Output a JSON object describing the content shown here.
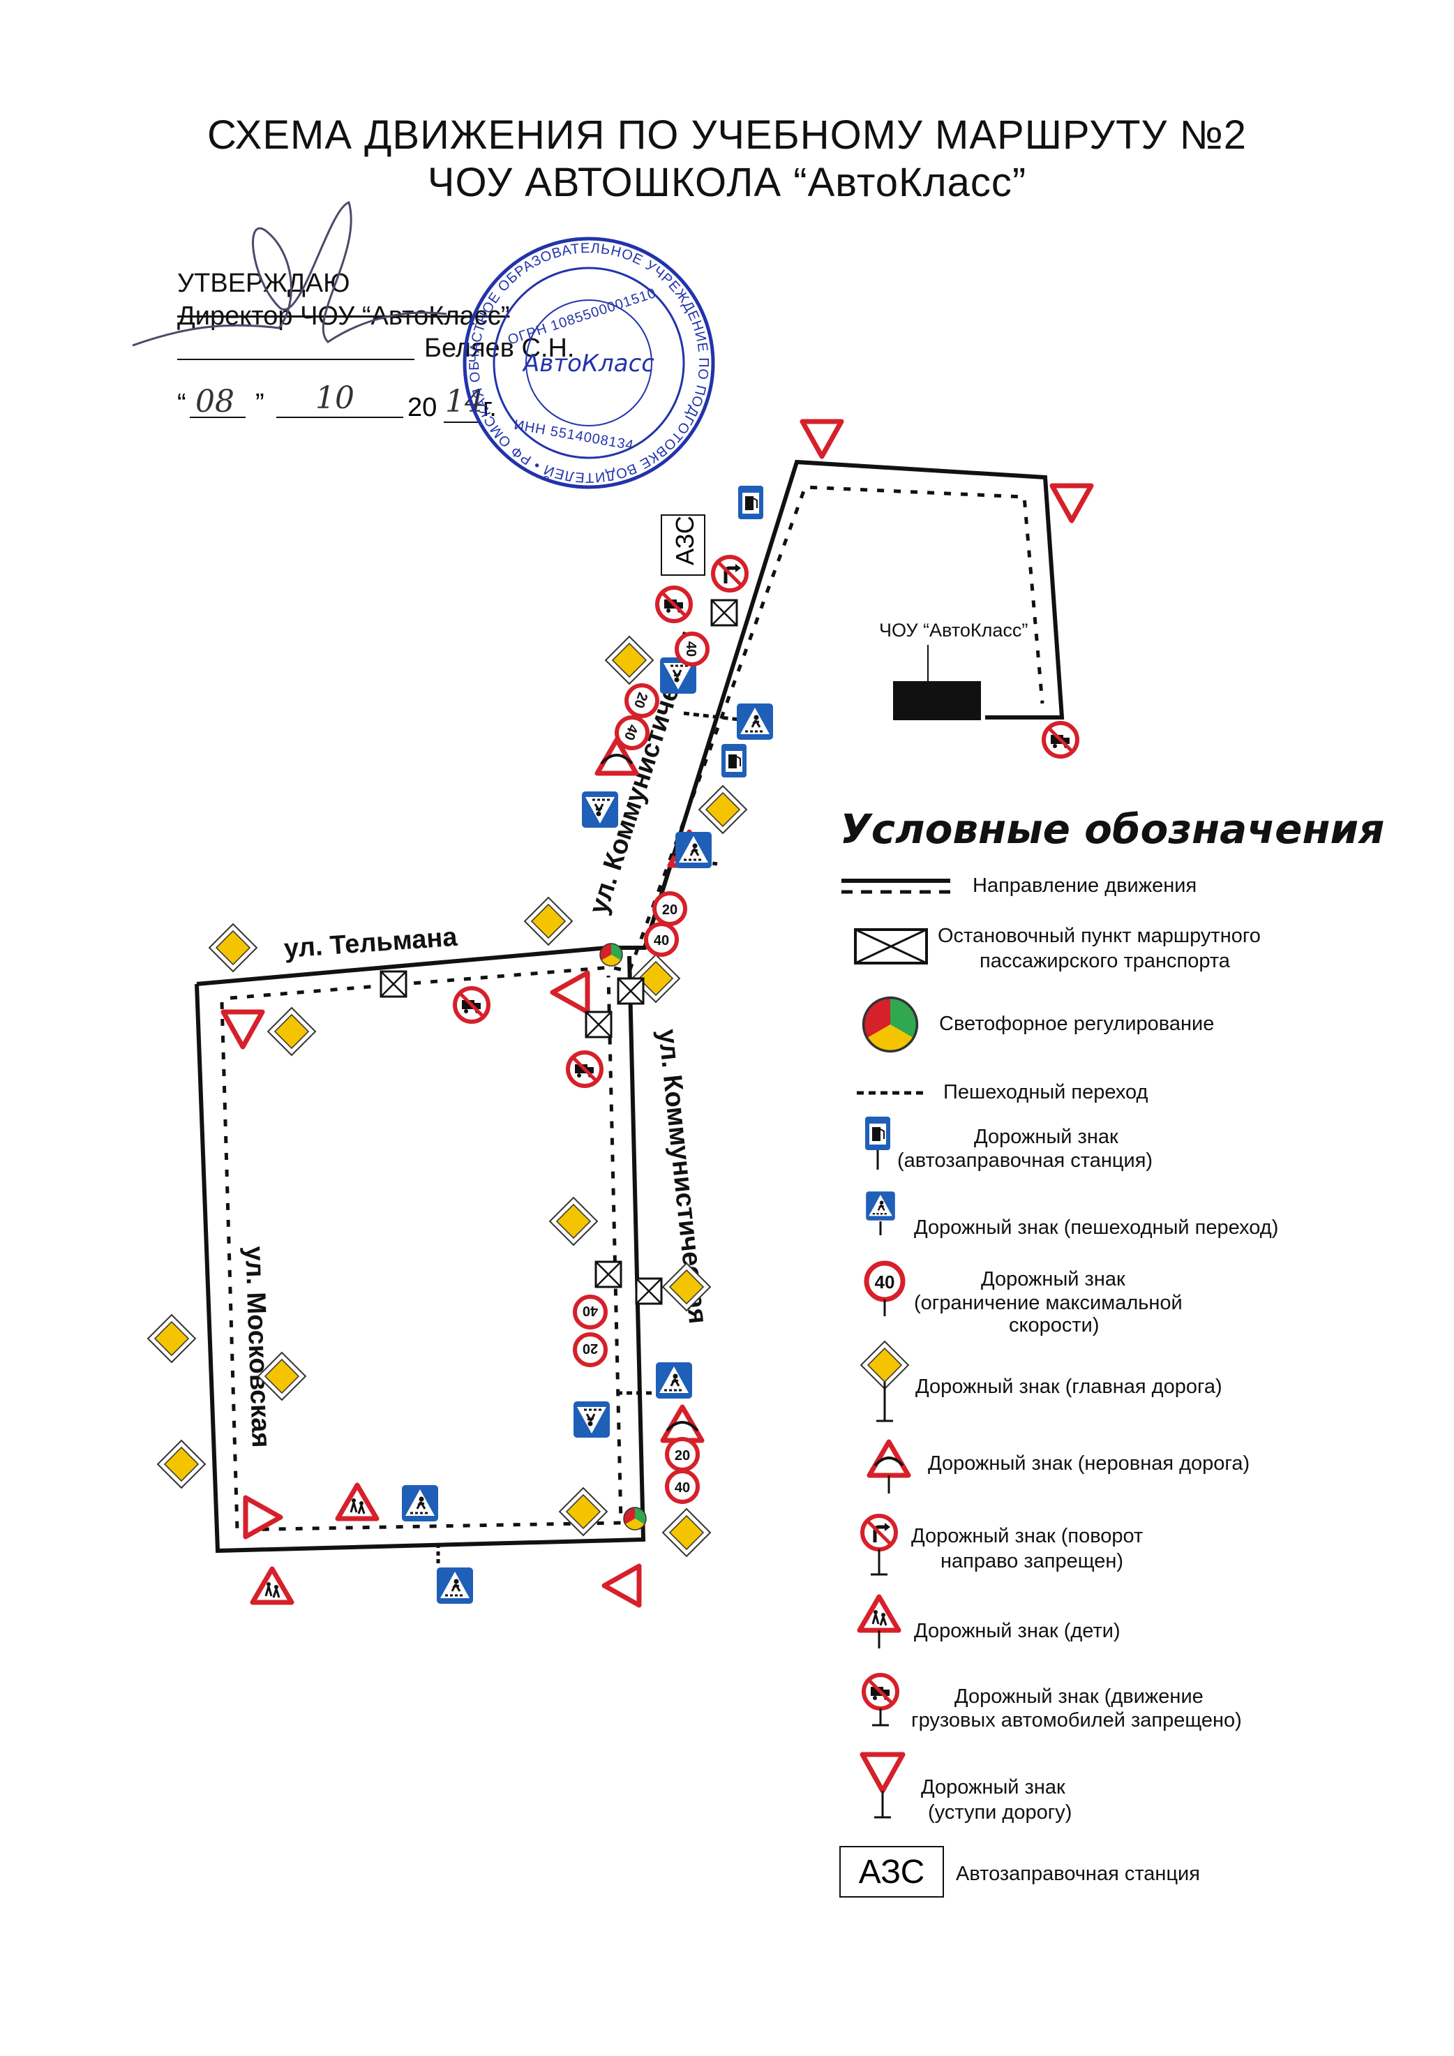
{
  "document": {
    "title_line1": "СХЕМА ДВИЖЕНИЯ ПО УЧЕБНОМУ МАРШРУТУ №2",
    "title_line2": "ЧОУ АВТОШКОЛА “АвтоКласс”"
  },
  "approval": {
    "approve_word": "УТВЕРЖДАЮ",
    "position": "Директор ЧОУ “АвтоКласс”",
    "name": "Беляев С.Н.",
    "quote_open": "“",
    "quote_close": "”",
    "day": "08",
    "month": "10",
    "year_prefix": "20",
    "year_suffix": "14",
    "year_end": "г."
  },
  "stamp": {
    "ring_text": "ЧАСТНОЕ ОБРАЗОВАТЕЛЬНОЕ УЧРЕЖДЕНИЕ ПО ПОДГОТОВКЕ ВОДИТЕЛЕЙ • РФ ОМСКАЯ ОБЛ •",
    "ogrn": "ОГРН 1085500001510",
    "inn": "ИНН 5514008134",
    "center": "АвтоКласс"
  },
  "map": {
    "streets": {
      "telmana": "ул. Тельмана",
      "kommunisticheskaya_north": "ул. Коммунистическая",
      "kommunisticheskaya_south": "ул. Коммунистическая",
      "moskovskaya": "ул. Московская"
    },
    "places": {
      "school": "ЧОУ “АвтоКласс”",
      "gas_station": "АЗС"
    },
    "speed_values": {
      "s40": "40",
      "s20": "20"
    },
    "colors": {
      "route": "#111111",
      "sign_red": "#d6202a",
      "sign_blue": "#1f5fb8",
      "main_road_yellow": "#f5c400",
      "signal_green": "#2fa84f"
    }
  },
  "legend": {
    "heading": "Условные обозначения",
    "items": [
      {
        "icon": "route-line-icon",
        "text1": "Направление движения",
        "text2": ""
      },
      {
        "icon": "bus-stop-icon",
        "text1": "Остановочный пункт маршрутного",
        "text2": "пассажирского транспорта"
      },
      {
        "icon": "traffic-light-icon",
        "text1": "Светофорное регулирование",
        "text2": ""
      },
      {
        "icon": "crosswalk-line-icon",
        "text1": "Пешеходный переход",
        "text2": ""
      },
      {
        "icon": "fuel-sign-icon",
        "text1": "Дорожный знак",
        "text2": "(автозаправочная станция)"
      },
      {
        "icon": "pedestrian-sign-icon",
        "text1": "Дорожный знак (пешеходный переход)",
        "text2": ""
      },
      {
        "icon": "speed-limit-icon",
        "text1": "Дорожный знак",
        "text2": "(ограничение максимальной",
        "text3": "скорости)",
        "value": "40"
      },
      {
        "icon": "main-road-icon",
        "text1": "Дорожный знак (главная дорога)",
        "text2": ""
      },
      {
        "icon": "uneven-road-icon",
        "text1": "Дорожный знак (неровная дорога)",
        "text2": ""
      },
      {
        "icon": "no-right-turn-icon",
        "text1": "Дорожный знак (поворот",
        "text2": "направо запрещен)"
      },
      {
        "icon": "children-sign-icon",
        "text1": "Дорожный знак (дети)",
        "text2": ""
      },
      {
        "icon": "no-trucks-icon",
        "text1": "Дорожный знак (движение",
        "text2": "грузовых автомобилей запрещено)"
      },
      {
        "icon": "yield-sign-icon",
        "text1": "Дорожный знак",
        "text2": "(уступи дорогу)"
      },
      {
        "icon": "gas-station-box-icon",
        "text1": "Автозаправочная станция",
        "text2": "",
        "box_label": "АЗС"
      }
    ]
  }
}
